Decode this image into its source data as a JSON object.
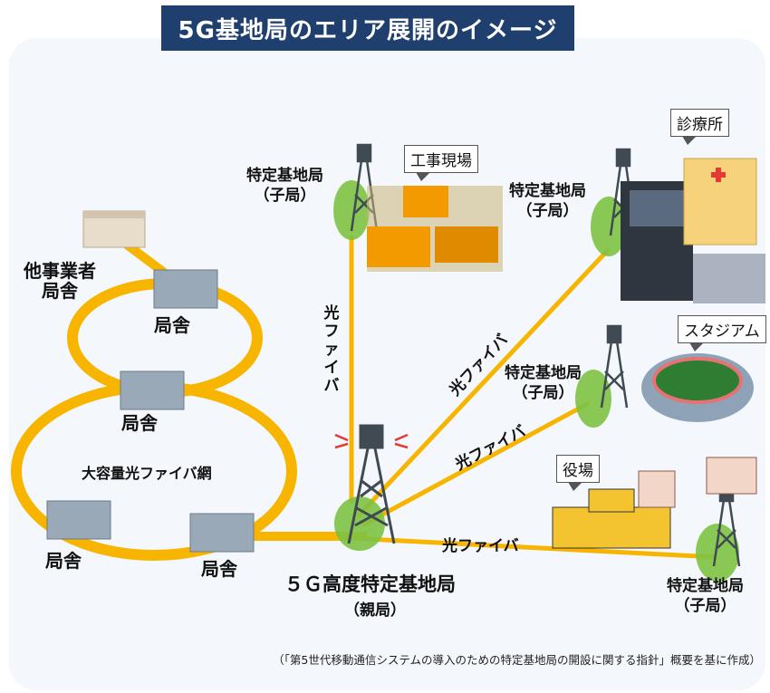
{
  "title": "5G基地局のエリア展開のイメージ",
  "labels": {
    "other_operator": [
      "他事業者",
      "局舎"
    ],
    "office": "局舎",
    "network": "大容量光ファイバ網",
    "sub_station": [
      "特定基地局",
      "（子局）"
    ],
    "main_station": "５Ｇ高度特定基地局",
    "main_station_sub": "（親局）",
    "fiber": "光ファイバ",
    "fiber_vertical": [
      "光",
      "フ",
      "ァ",
      "イ",
      "バ"
    ]
  },
  "callouts": {
    "construction": "工事現場",
    "clinic": "診療所",
    "stadium": "スタジアム",
    "town_hall": "役場"
  },
  "footnote": "（「第5世代移動通信システムの導入のための特定基地局の開設に関する指針」概要を基に作成）",
  "colors": {
    "fiber": "#f7b500",
    "title_bg": "#1f3f6e",
    "bubble": "#7dc243",
    "tower": "#3f4a52"
  }
}
